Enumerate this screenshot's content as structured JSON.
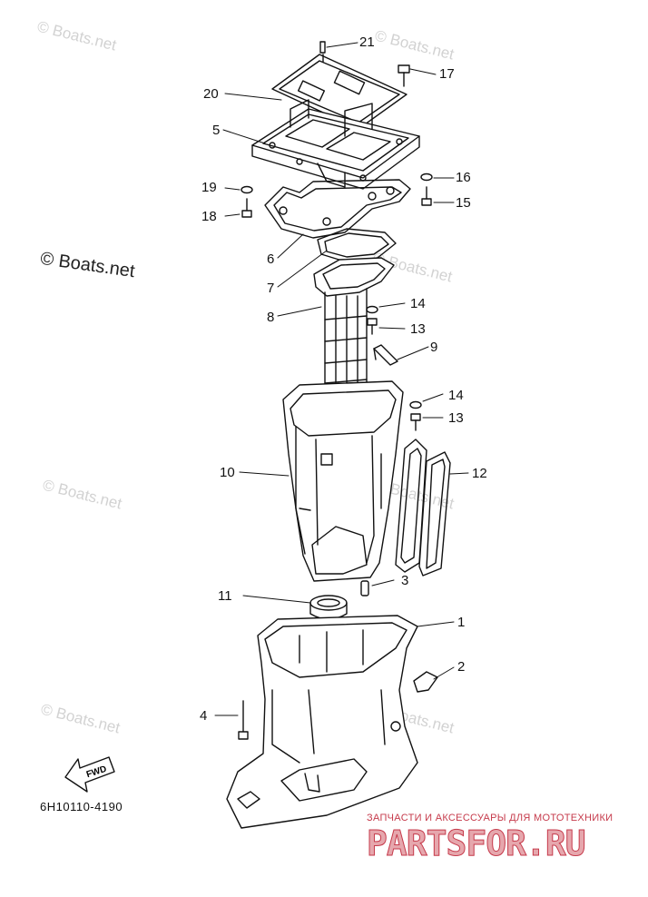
{
  "watermark_text": "© Boats.net",
  "part_code": "6H10110-4190",
  "direction_label": "FWD",
  "shop": {
    "tagline": "ЗАПЧАСТИ И АКСЕССУАРЫ ДЛЯ МОТОТЕХНИКИ",
    "logo": "PARTSFOR.RU",
    "tagline_color": "#c63a4b"
  },
  "callouts": {
    "c1": "1",
    "c2": "2",
    "c3": "3",
    "c4": "4",
    "c5": "5",
    "c6": "6",
    "c7": "7",
    "c8": "8",
    "c9": "9",
    "c10": "10",
    "c11": "11",
    "c12": "12",
    "c13a": "13",
    "c13b": "13",
    "c14a": "14",
    "c14b": "14",
    "c15": "15",
    "c16": "16",
    "c17": "17",
    "c18": "18",
    "c19": "19",
    "c20": "20",
    "c21": "21"
  }
}
